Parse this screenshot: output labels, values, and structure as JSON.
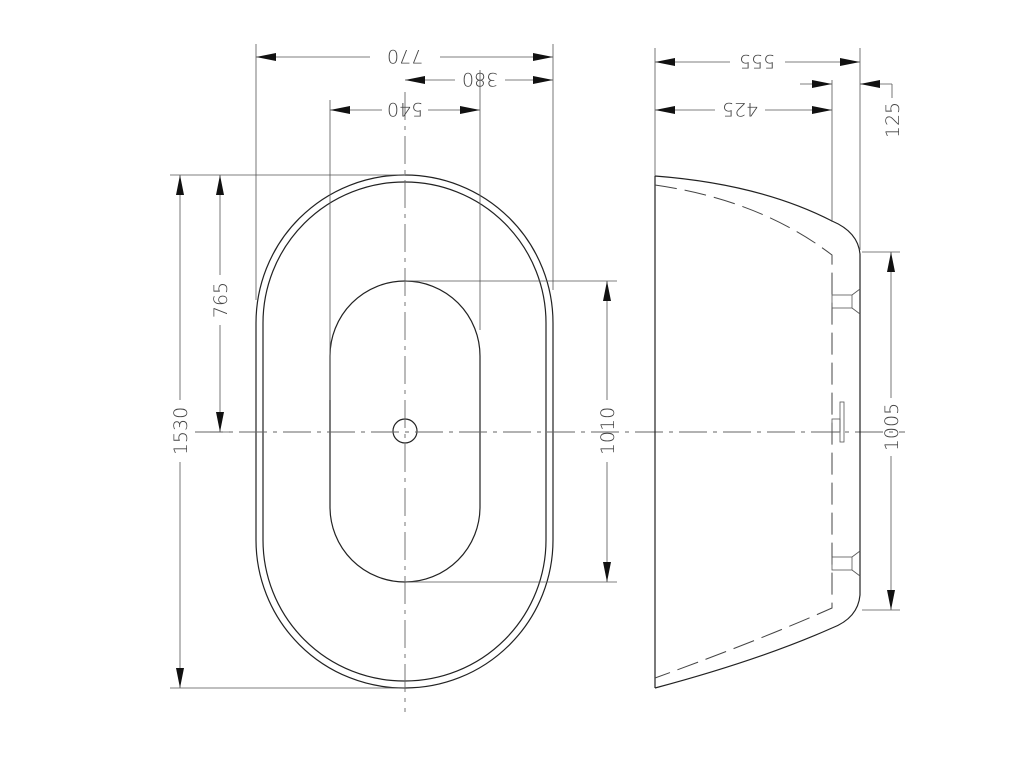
{
  "drawing": {
    "top_view": {
      "dimensions": {
        "overall_width": "770",
        "half_width": "380",
        "basin_width": "540",
        "overall_length": "1530",
        "half_length": "765",
        "basin_length": "1010"
      }
    },
    "side_view": {
      "dimensions": {
        "overall_depth": "555",
        "inner_depth": "425",
        "rim_offset": "125",
        "rim_height": "1005"
      }
    },
    "line_color": "#222222"
  }
}
